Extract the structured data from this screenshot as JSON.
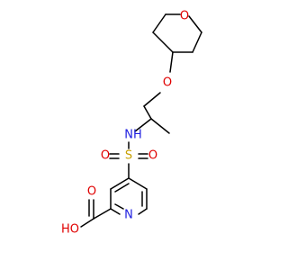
{
  "structure": {
    "atoms": {
      "ring_oxygen": {
        "label": "O",
        "color": "#e00000"
      },
      "ether_oxygen": {
        "label": "O",
        "color": "#e00000"
      },
      "amine_nh": {
        "label": "NH",
        "color": "#2020e0"
      },
      "sulfur": {
        "label": "S",
        "color": "#c8a000"
      },
      "sulfonyl_o_left": {
        "label": "O",
        "color": "#e00000"
      },
      "sulfonyl_o_right": {
        "label": "O",
        "color": "#e00000"
      },
      "pyridine_n": {
        "label": "N",
        "color": "#2020e0"
      },
      "carboxyl_o": {
        "label": "O",
        "color": "#e00000"
      },
      "carboxyl_oh": {
        "label": "HO",
        "color": "#e00000"
      }
    },
    "colors": {
      "bond": "#000000",
      "background": "#ffffff",
      "sulfur_bond": "#c8a000",
      "oxygen_bond": "#e00000",
      "nitrogen_bond": "#2020e0"
    }
  }
}
